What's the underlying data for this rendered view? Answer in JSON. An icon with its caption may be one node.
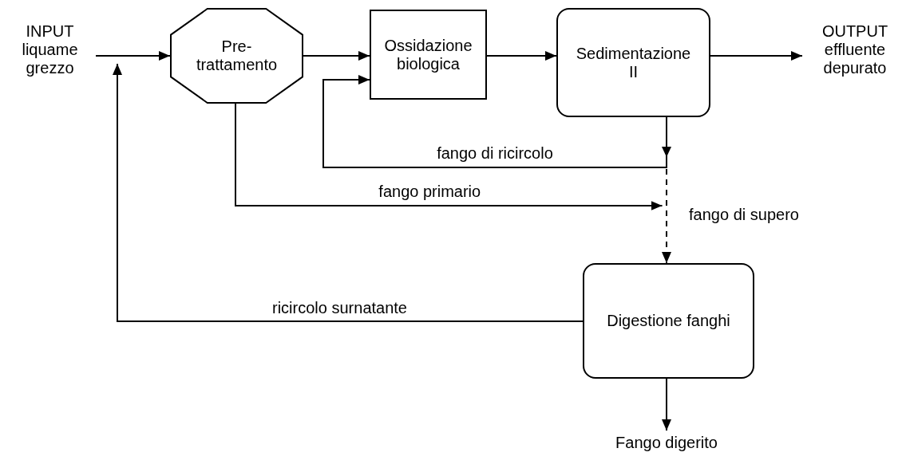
{
  "diagram": {
    "nodes": [
      {
        "text": [
          "INPUT liquame grezzo"
        ]
      },
      {
        "text": [
          "Pre- trattamento"
        ]
      },
      {
        "text": [
          "Ossidazione biologica"
        ]
      },
      {
        "text": [
          "Sedimentazione II"
        ]
      },
      {
        "text": [
          "OUTPUT effluente depurato"
        ]
      },
      {
        "text": [
          "Digestione fanghi"
        ]
      },
      {
        "text": [
          "Fango digerito"
        ]
      }
    ],
    "edges": [
      {
        "from": 0,
        "to": 1,
        "arrow": "to"
      },
      {
        "from": 1,
        "to": 2,
        "arrow": "to"
      },
      {
        "from": 2,
        "to": 3,
        "arrow": "to"
      },
      {
        "from": 3,
        "to": 4,
        "arrow": "to"
      },
      {
        "from": 3,
        "to": 2,
        "arrow": "to",
        "label": "fango di ricircolo"
      },
      {
        "from": 1,
        "to": 5,
        "arrow": "to",
        "label": "fango primario"
      },
      {
        "from": 3,
        "to": 5,
        "arrow": "to",
        "label": "fango di supero",
        "style": "dashed"
      },
      {
        "from": 5,
        "to": null,
        "arrow": "to",
        "label": "ricircolo surnatante"
      },
      {
        "from": 5,
        "to": 6,
        "arrow": "to"
      }
    ]
  }
}
